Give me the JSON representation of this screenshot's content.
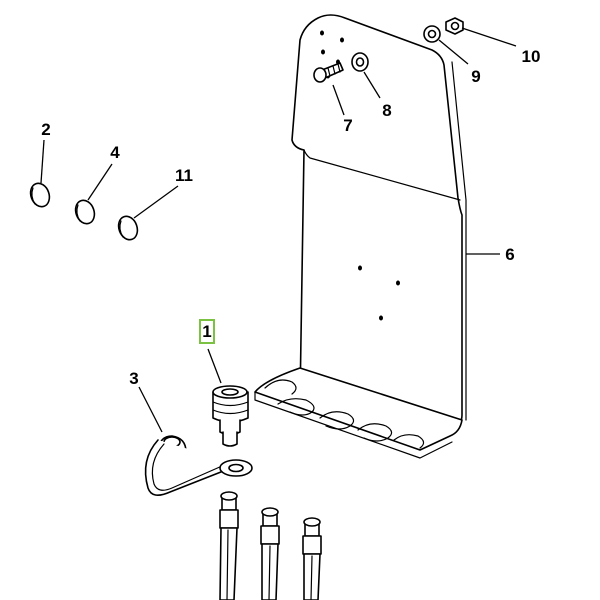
{
  "diagram": {
    "highlight_color": "#7cc242",
    "callouts": [
      {
        "id": "1",
        "label": "1",
        "highlighted": true
      },
      {
        "id": "2",
        "label": "2"
      },
      {
        "id": "3",
        "label": "3"
      },
      {
        "id": "4",
        "label": "4"
      },
      {
        "id": "6",
        "label": "6"
      },
      {
        "id": "7",
        "label": "7"
      },
      {
        "id": "8",
        "label": "8"
      },
      {
        "id": "9",
        "label": "9"
      },
      {
        "id": "10",
        "label": "10"
      },
      {
        "id": "11",
        "label": "11"
      }
    ],
    "parts": {
      "p1": "quick-coupler",
      "p2": "plug-cap",
      "p3": "dust-cap-with-strap",
      "p4": "plug-cap",
      "p6": "mounting-bracket",
      "p7": "bolt",
      "p8": "washer",
      "p9": "washer",
      "p10": "nut",
      "p11": "plug-cap",
      "hoses": "hydraulic-hoses"
    }
  }
}
